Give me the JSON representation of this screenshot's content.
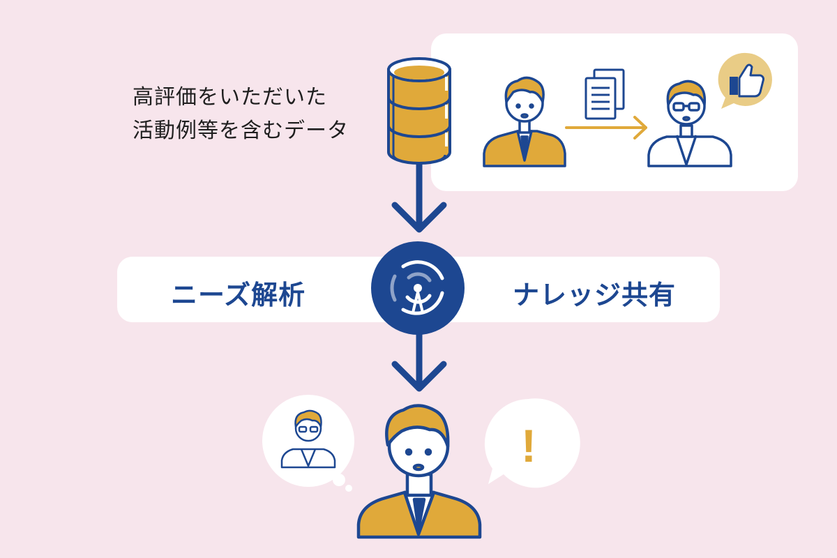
{
  "diagram": {
    "data_label_line1": "高評価をいただいた",
    "data_label_line2": "活動例等を含むデータ",
    "left_label": "ニーズ解析",
    "right_label": "ナレッジ共有",
    "exclamation": "!"
  },
  "colors": {
    "background": "#f7e5ec",
    "navy": "#1d4791",
    "gold": "#e0a93a",
    "white": "#ffffff",
    "thumb_bubble": "#e9cc86"
  },
  "icons": [
    "database-icon",
    "document-icon",
    "thumbs-up-icon",
    "hub-icon",
    "businessman-icon",
    "doctor-icon"
  ]
}
